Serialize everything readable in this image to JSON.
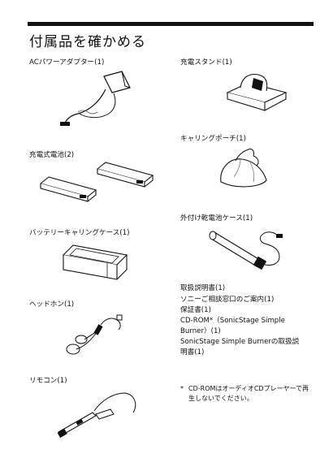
{
  "page": {
    "title": "付属品を確かめる"
  },
  "items": {
    "ac_adaptor": "ACパワーアダプター(1)",
    "charging_stand": "充電スタンド(1)",
    "carrying_pouch": "キャリングポーチ(1)",
    "rechargeable_battery": "充電式電池(2)",
    "external_battery_case": "外付け乾電池ケース(1)",
    "battery_carrying_case": "バッテリーキャリングケース(1)",
    "headphones": "ヘッドホン(1)",
    "remote": "リモコン(1)"
  },
  "documents": [
    "取扱説明書(1)",
    "ソニーご相談窓口のご案内(1)",
    "保証書(1)",
    "CD-ROM*（SonicStage Simple",
    "Burner）(1)",
    "SonicStage Simple Burnerの取扱説",
    "明書(1)"
  ],
  "footnote": {
    "marker": "*",
    "line1": "CD-ROMはオーディオCDプレーヤーで再",
    "line2": "生しないでください。"
  }
}
